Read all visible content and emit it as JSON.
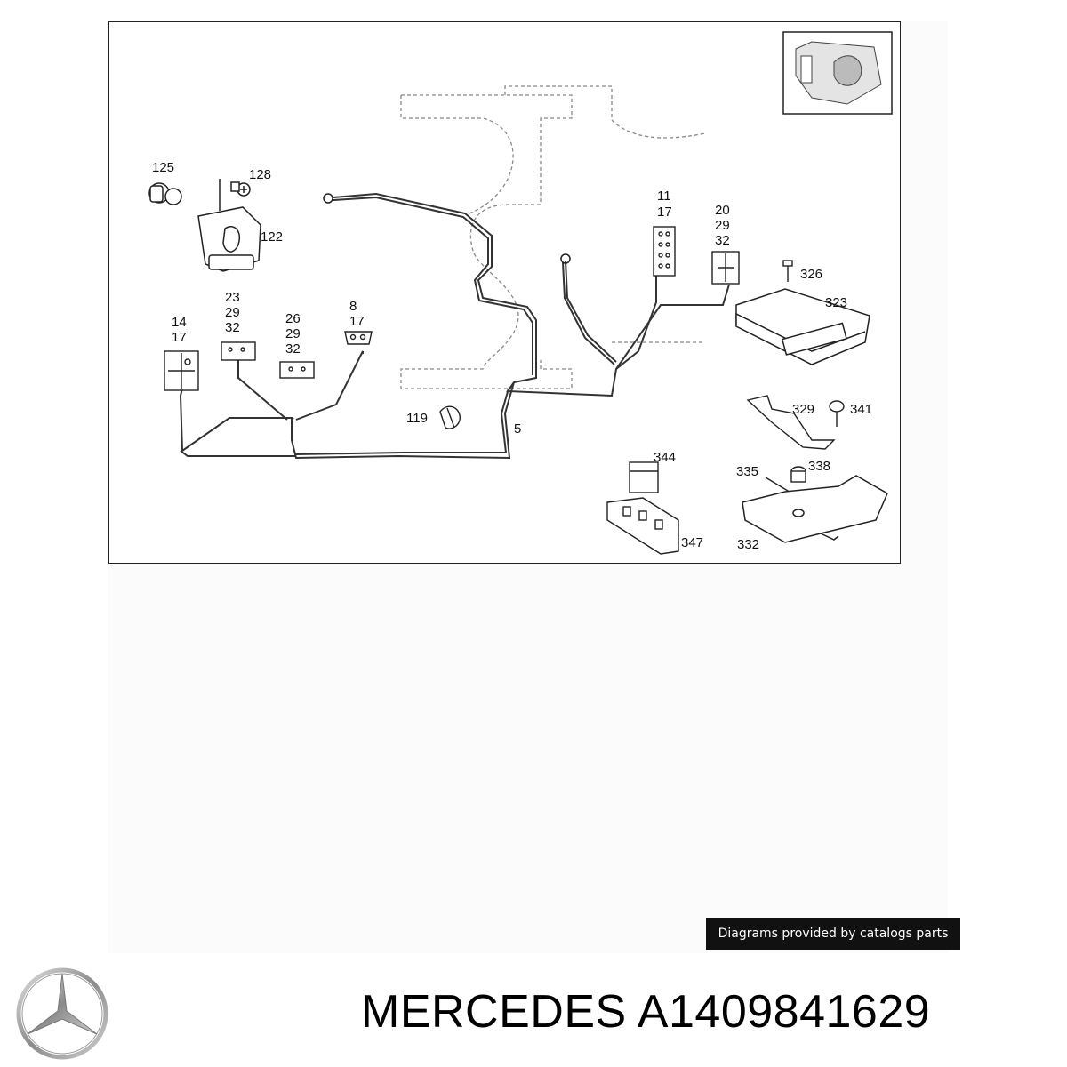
{
  "callouts": {
    "c125": "125",
    "c128": "128",
    "c122": "122",
    "c11": "11",
    "c17a": "17",
    "c20": "20",
    "c29a": "29",
    "c32a": "32",
    "c326": "326",
    "c323": "323",
    "c23": "23",
    "c29b": "29",
    "c32b": "32",
    "c26": "26",
    "c29c": "29",
    "c32c": "32",
    "c8": "8",
    "c17b": "17",
    "c14": "14",
    "c17c": "17",
    "c119": "119",
    "c5": "5",
    "c329": "329",
    "c341": "341",
    "c344": "344",
    "c335": "335",
    "c338": "338",
    "c347": "347",
    "c332": "332"
  },
  "credit": "Diagrams provided by catalogs parts",
  "brand": {
    "name": "MERCEDES",
    "part_number": "A1409841629"
  }
}
